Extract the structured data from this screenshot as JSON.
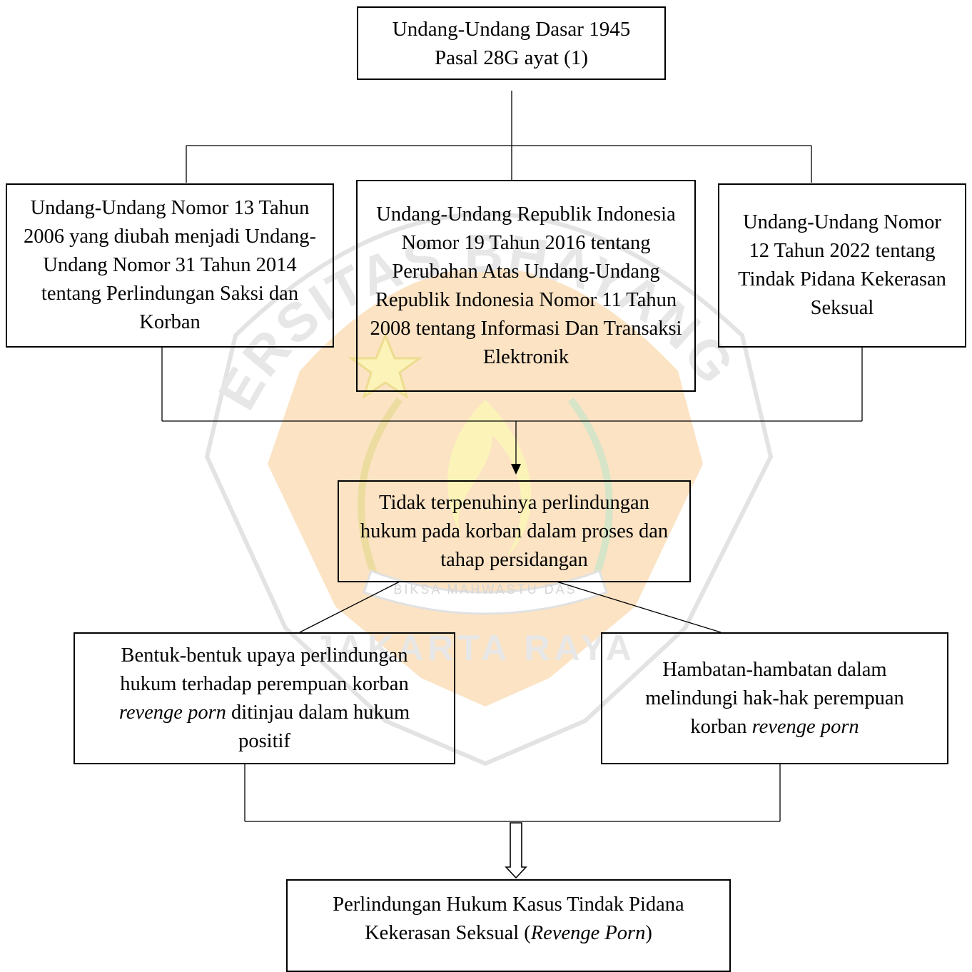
{
  "colors": {
    "stroke": "#000000",
    "watermark_orange": "#fbe3c4",
    "watermark_green": "#e4eed8",
    "watermark_yellow": "#fbf3b8",
    "watermark_gray": "#d6d6d6"
  },
  "watermark": {
    "arc_text": "UNIVERSITAS BHAYANGKARA",
    "motto": "BIKSA MAHWASTU DAS",
    "bottom_text": "JAKARTA RAYA"
  },
  "boxes": {
    "top": {
      "line1": "Undang-Undang Dasar 1945",
      "line2": "Pasal 28G ayat (1)"
    },
    "left": {
      "text": "Undang-Undang Nomor 13 Tahun 2006 yang diubah menjadi Undang-Undang Nomor 31 Tahun 2014 tentang Perlindungan Saksi dan Korban"
    },
    "center": {
      "text": "Undang-Undang Republik Indonesia Nomor 19 Tahun 2016 tentang Perubahan Atas Undang-Undang Republik Indonesia Nomor 11 Tahun 2008 tentang Informasi Dan Transaksi Elektronik"
    },
    "right": {
      "text": "Undang-Undang Nomor 12 Tahun 2022 tentang Tindak Pidana Kekerasan Seksual"
    },
    "middle": {
      "text": "Tidak terpenuhinya perlindungan hukum pada korban dalam proses dan tahap persidangan"
    },
    "lower_left": {
      "pre": "Bentuk-bentuk upaya perlindungan hukum terhadap perempuan korban ",
      "italic": "revenge porn",
      "post": " ditinjau dalam hukum positif"
    },
    "lower_right": {
      "pre": "Hambatan-hambatan dalam melindungi hak-hak perempuan korban ",
      "italic": "revenge porn",
      "post": ""
    },
    "bottom": {
      "pre": "Perlindungan Hukum Kasus Tindak Pidana Kekerasan Seksual (",
      "italic": "Revenge Porn",
      "post": ")"
    }
  }
}
